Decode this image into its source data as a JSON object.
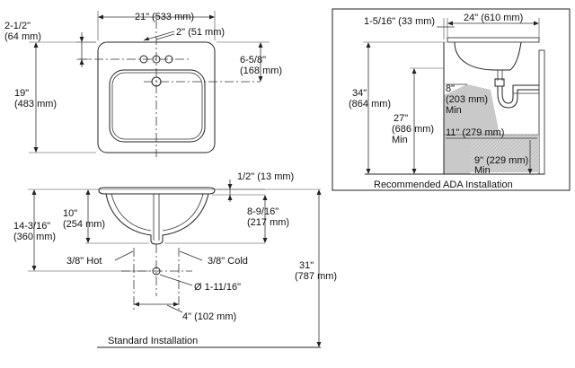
{
  "top_view": {
    "width_in": "21\"",
    "width_mm": "(533 mm)",
    "front_in": "2-1/2\"",
    "front_mm": "(64 mm)",
    "faucet_in": "2\" (51 mm)",
    "drain_in": "6-5/8\"",
    "drain_mm": "(168 mm)",
    "depth_in": "19\"",
    "depth_mm": "(483 mm)"
  },
  "side_view": {
    "rim_in": "1/2\" (13 mm)",
    "bowl_in": "8-9/16\"",
    "bowl_mm": "(217 mm)",
    "inner_in": "10\"",
    "inner_mm": "(254 mm)",
    "total_in": "14-3/16\"",
    "total_mm": "(360 mm)",
    "hot": "3/8\" Hot",
    "cold": "3/8\" Cold",
    "drain_dia": "Ø 1-11/16\"",
    "spacing": "4\" (102 mm)",
    "floor_in": "31\"",
    "floor_mm": "(787 mm)",
    "caption": "Standard Installation"
  },
  "ada_view": {
    "wall_in": "1-5/16\" (33 mm)",
    "depth_in": "24\" (610 mm)",
    "rim_in": "34\"",
    "rim_mm": "(864 mm)",
    "knee_in": "27\"",
    "knee_mm": "(686 mm)",
    "knee_min": "Min",
    "clear_in": "8\"",
    "clear_mm": "(203 mm)",
    "clear_min": "Min",
    "toe_in": "11\" (279 mm)",
    "toe_h_in": "9\" (229 mm)",
    "toe_min": "Min",
    "caption": "Recommended ADA Installation"
  },
  "colors": {
    "line": "#222222",
    "shade": "#c9c9c9",
    "background": "#ffffff"
  }
}
